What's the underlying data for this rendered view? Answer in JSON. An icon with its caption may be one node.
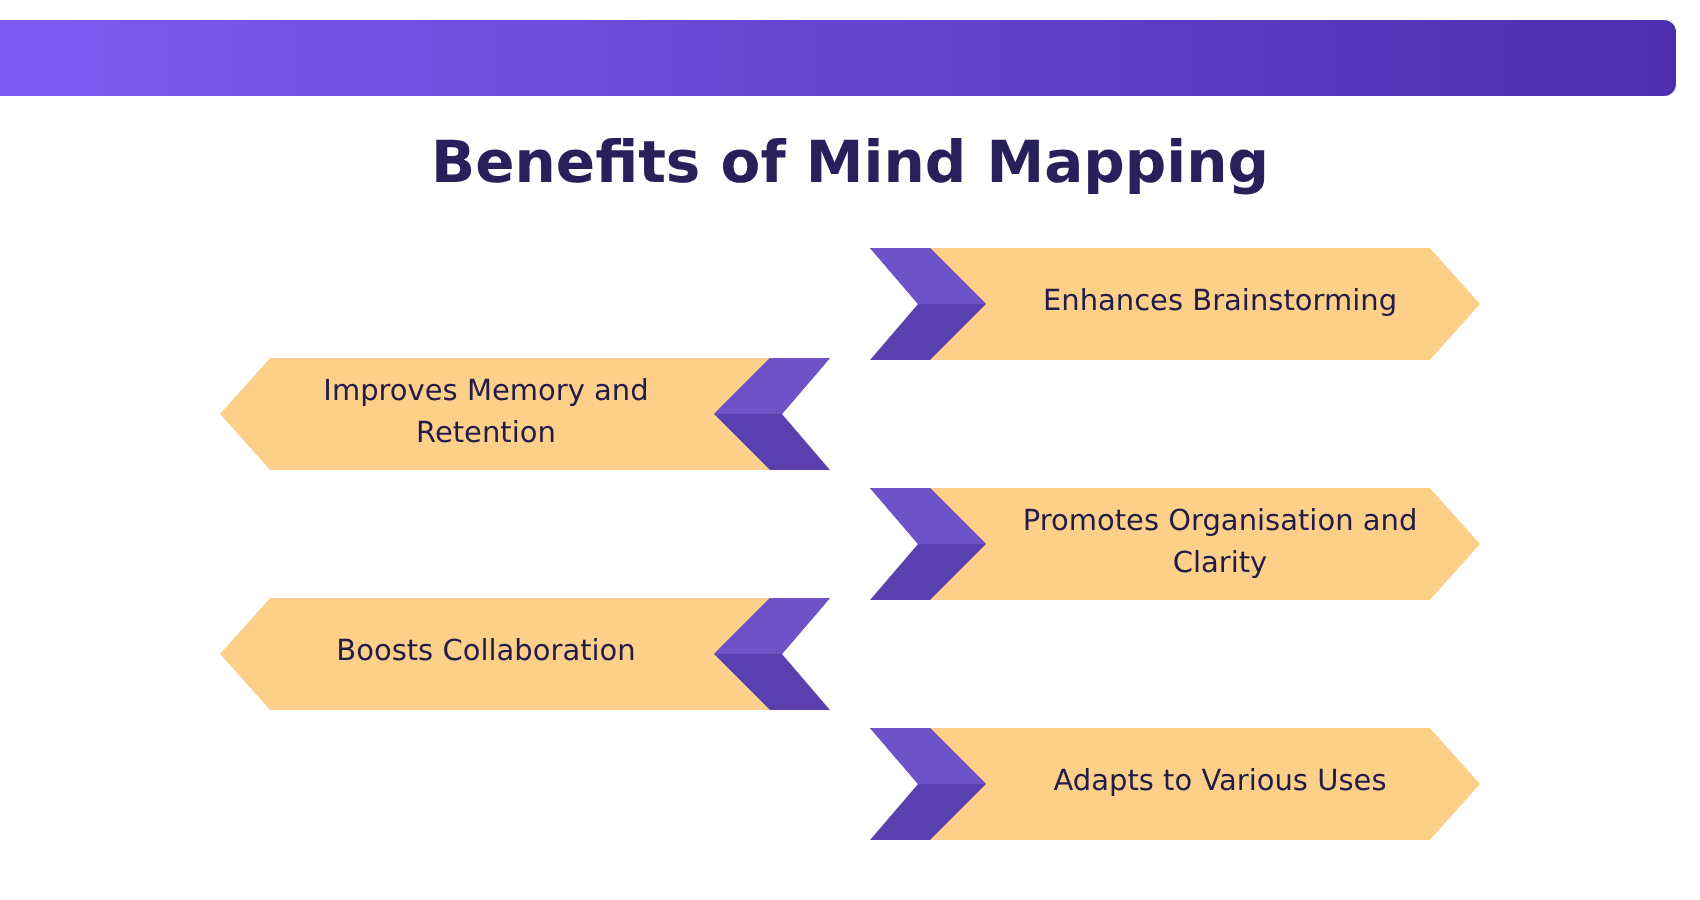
{
  "diagram": {
    "title": "Benefits of Mind Mapping",
    "nodes": [
      {
        "text": [
          "Enhances Brainstorming"
        ]
      },
      {
        "text": [
          "Improves Memory and Retention"
        ]
      },
      {
        "text": [
          "Promotes Organisation and Clarity"
        ]
      },
      {
        "text": [
          "Boosts Collaboration"
        ]
      },
      {
        "text": [
          "Adapts to Various Uses"
        ]
      }
    ]
  }
}
